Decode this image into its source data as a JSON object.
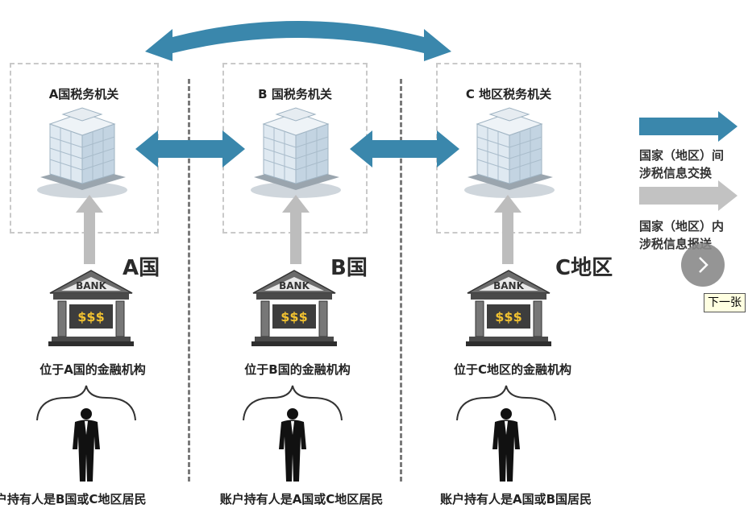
{
  "tax_authorities": [
    {
      "title": "A国税务机关"
    },
    {
      "title": "B 国税务机关"
    },
    {
      "title": "C 地区税务机关"
    }
  ],
  "countries": [
    {
      "label": "A国",
      "institution": "位于A国的金融机构",
      "holder": "户持有人是B国或C地区居民"
    },
    {
      "label": "B国",
      "institution": "位于B国的金融机构",
      "holder": "账户持有人是A国或C地区居民"
    },
    {
      "label": "C地区",
      "institution": "位于C地区的金融机构",
      "holder": "账户持有人是A国或B国居民"
    }
  ],
  "bank": {
    "sign": "BANK",
    "money": "$$$"
  },
  "legend": {
    "blue_arrow_text": "国家（地区）间\n涉税信息交换",
    "grey_arrow_text": "国家（地区）内\n涉税信息报送"
  },
  "viewer": {
    "next_tooltip": "下一张"
  },
  "colors": {
    "blue_arrow": "#3a87ac",
    "grey_arrow": "#bdbdbd",
    "dashed_box": "#c9c9c9"
  }
}
